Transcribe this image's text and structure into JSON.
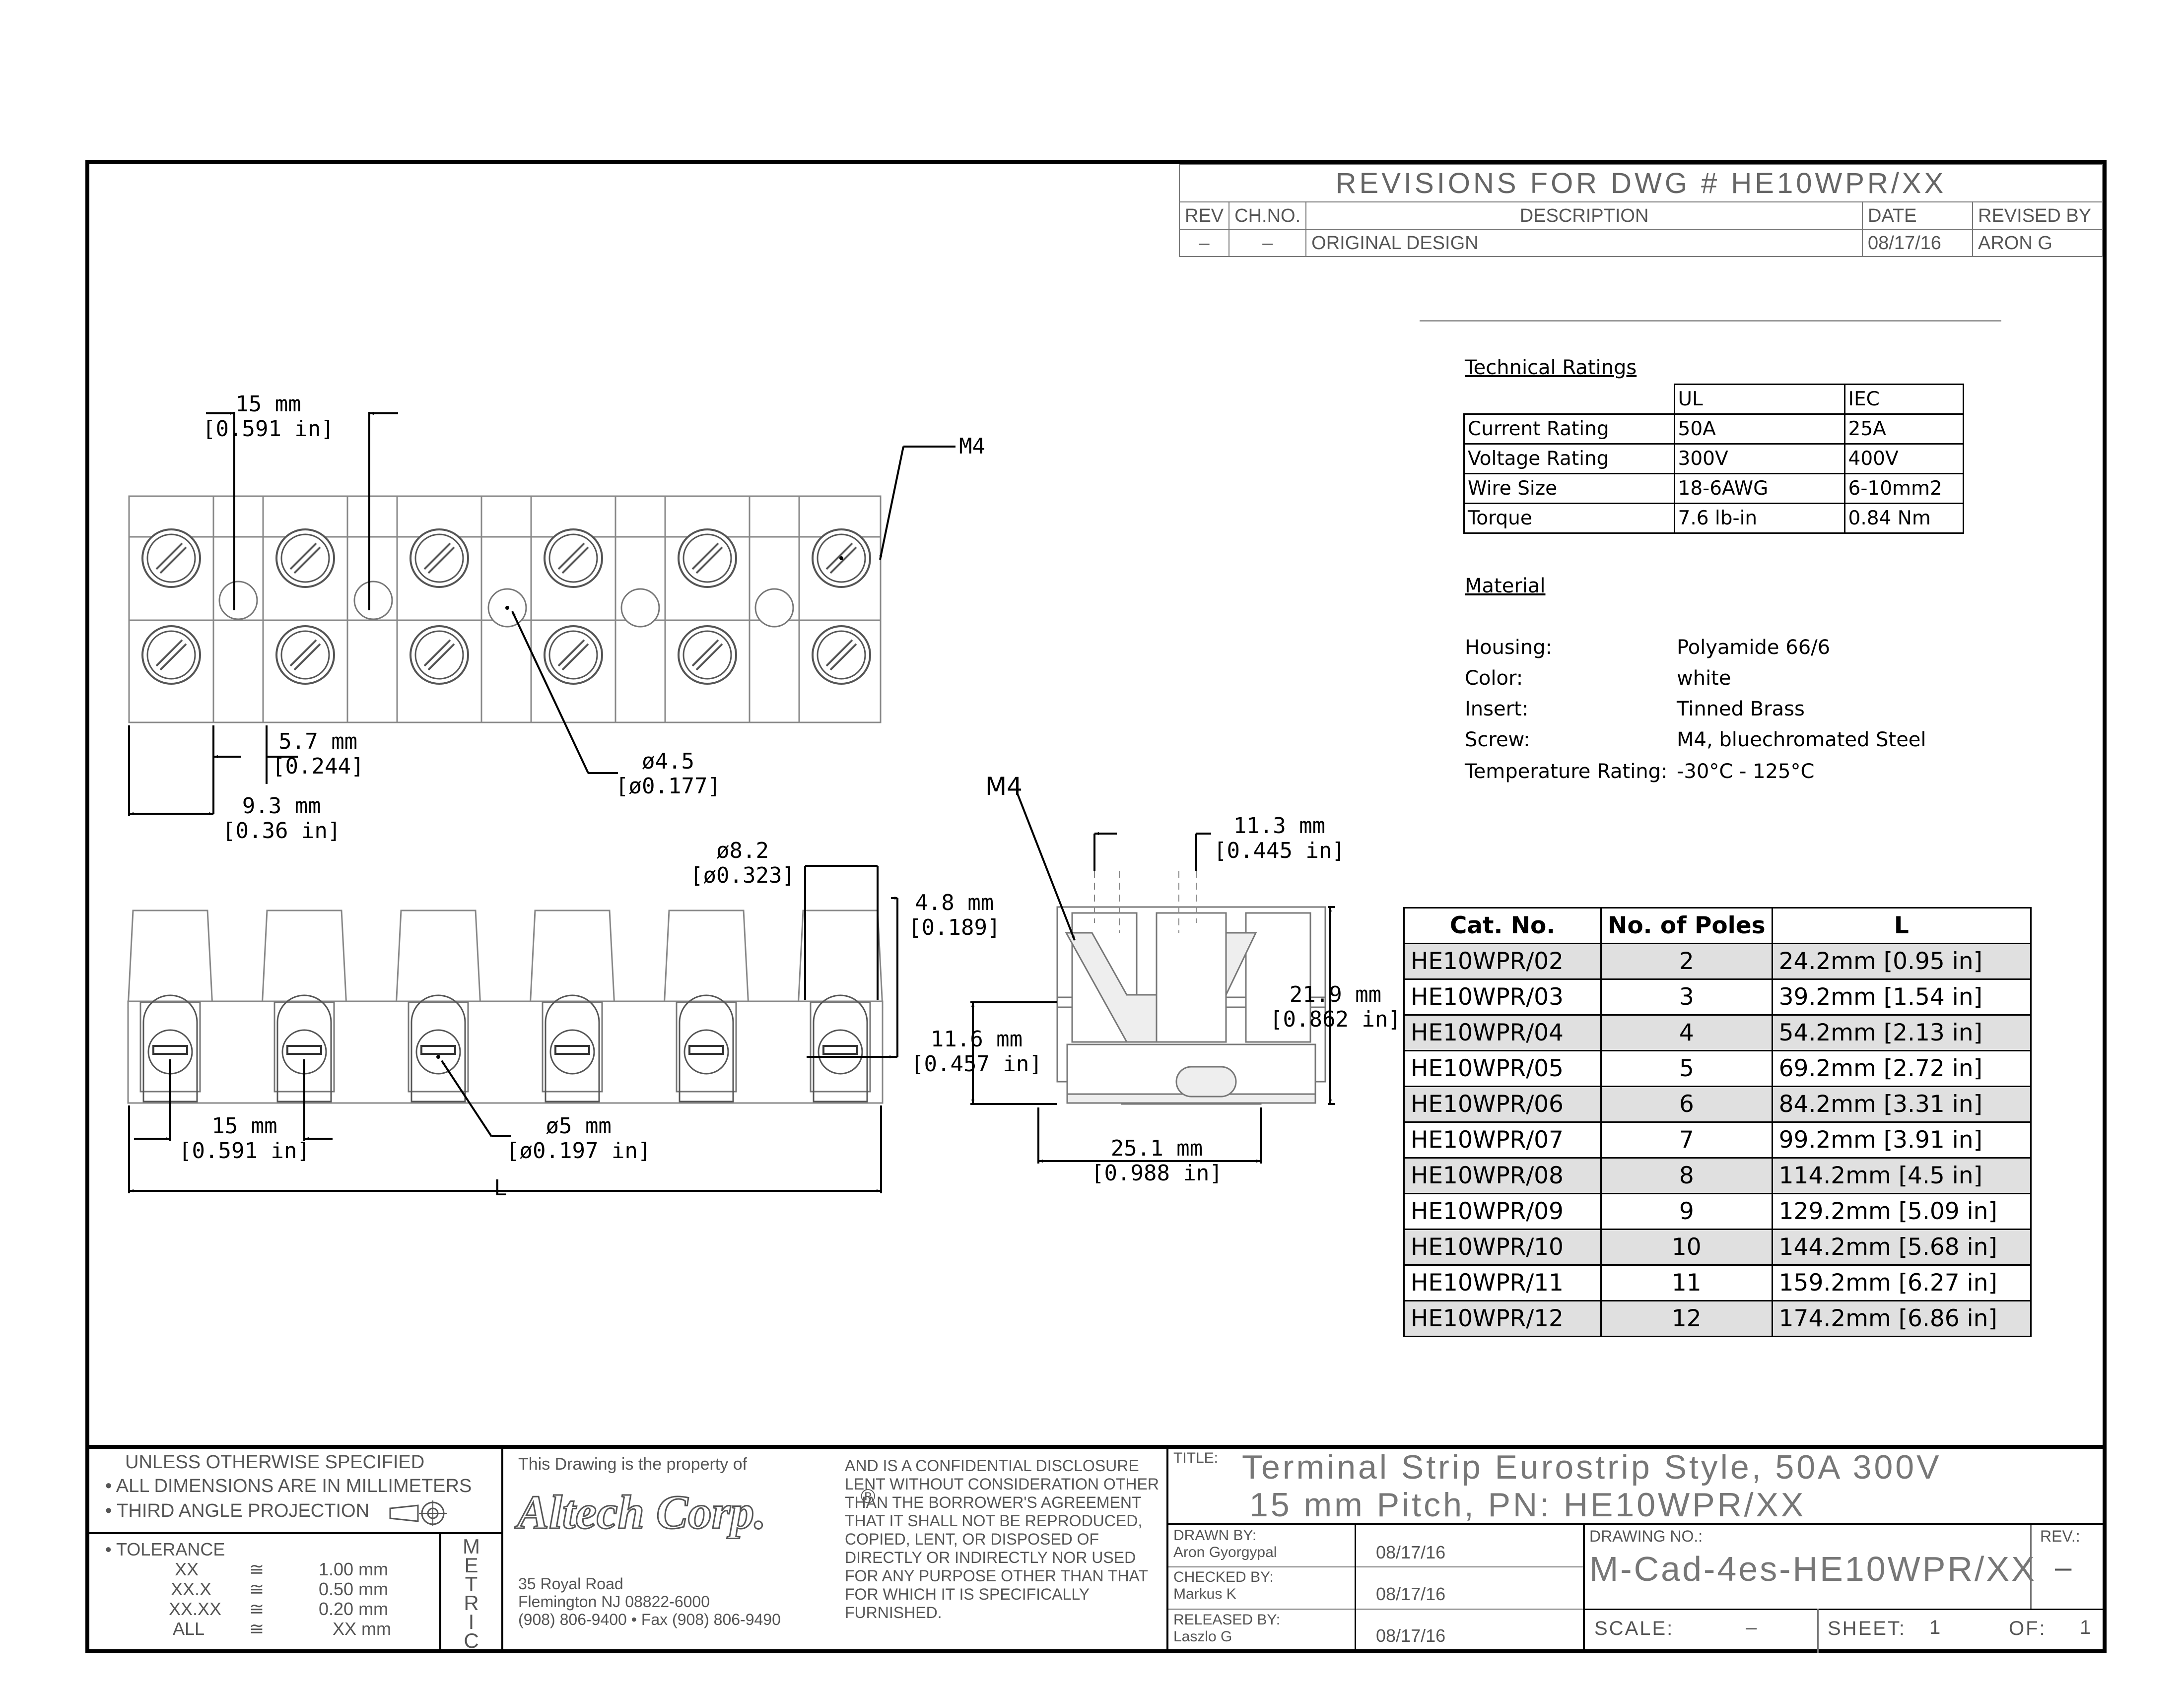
{
  "revisions": {
    "title": "REVISIONS FOR DWG # HE10WPR/XX",
    "headers": [
      "REV",
      "CH.NO.",
      "DESCRIPTION",
      "DATE",
      "REVISED BY"
    ],
    "row": [
      "–",
      "–",
      "ORIGINAL DESIGN",
      "08/17/16",
      "ARON G"
    ]
  },
  "technical": {
    "heading": "Technical Ratings",
    "columns": [
      "",
      "UL",
      "IEC"
    ],
    "rows": [
      [
        "Current Rating",
        "50A",
        "25A"
      ],
      [
        "Voltage Rating",
        "300V",
        "400V"
      ],
      [
        "Wire Size",
        "18-6AWG",
        "6-10mm2"
      ],
      [
        "Torque",
        "7.6 lb-in",
        "0.84 Nm"
      ]
    ]
  },
  "material": {
    "heading": "Material",
    "rows": [
      [
        "Housing:",
        "Polyamide 66/6"
      ],
      [
        "Color:",
        "white"
      ],
      [
        "Insert:",
        "Tinned Brass"
      ],
      [
        "Screw:",
        "M4, bluechromated Steel"
      ],
      [
        "Temperature Rating:",
        "-30°C - 125°C"
      ]
    ]
  },
  "catalog": {
    "headers": [
      "Cat. No.",
      "No. of Poles",
      "L"
    ],
    "rows": [
      [
        "HE10WPR/02",
        "2",
        "24.2mm [0.95 in]"
      ],
      [
        "HE10WPR/03",
        "3",
        "39.2mm [1.54 in]"
      ],
      [
        "HE10WPR/04",
        "4",
        "54.2mm [2.13 in]"
      ],
      [
        "HE10WPR/05",
        "5",
        "69.2mm [2.72 in]"
      ],
      [
        "HE10WPR/06",
        "6",
        "84.2mm [3.31 in]"
      ],
      [
        "HE10WPR/07",
        "7",
        "99.2mm [3.91 in]"
      ],
      [
        "HE10WPR/08",
        "8",
        "114.2mm [4.5 in]"
      ],
      [
        "HE10WPR/09",
        "9",
        "129.2mm [5.09 in]"
      ],
      [
        "HE10WPR/10",
        "10",
        "144.2mm [5.68 in]"
      ],
      [
        "HE10WPR/11",
        "11",
        "159.2mm [6.27 in]"
      ],
      [
        "HE10WPR/12",
        "12",
        "174.2mm [6.86 in]"
      ]
    ]
  },
  "dims": {
    "pitch_top": "15 mm\n[0.591 in]",
    "m4_top": "M4",
    "w57": "5.7 mm\n[0.244]",
    "w93": "9.3 mm\n[0.36 in]",
    "d45": "ø4.5\n[ø0.177]",
    "d82": "ø8.2\n[ø0.323]",
    "h48": "4.8 mm\n[0.189]",
    "pitch_bottom": "15 mm\n[0.591 in]",
    "d5": "ø5 mm\n[ø0.197 in]",
    "L": "L",
    "m4_side": "M4",
    "w113": "11.3 mm\n[0.445 in]",
    "h116": "11.6 mm\n[0.457 in]",
    "h219": "21.9 mm\n[0.862 in]",
    "w251": "25.1 mm\n[0.988 in]"
  },
  "titleblock": {
    "unless": "UNLESS OTHERWISE SPECIFIED",
    "all_dims": "• ALL DIMENSIONS ARE IN MILLIMETERS",
    "third_angle": "• THIRD ANGLE PROJECTION",
    "tolerance": "• TOLERANCE",
    "tol_rows": [
      [
        "XX",
        "≅",
        "1.00 mm"
      ],
      [
        "XX.X",
        "≅",
        "0.50 mm"
      ],
      [
        "XX.XX",
        "≅",
        "0.20 mm"
      ],
      [
        "ALL",
        "≅",
        "XX mm"
      ]
    ],
    "metric": [
      "M",
      "E",
      "T",
      "R",
      "I",
      "C"
    ],
    "property": "This Drawing is the property of",
    "logo": "Altech Corp.",
    "reg": "®",
    "address1": "35 Royal Road",
    "address2": "Flemington NJ 08822-6000",
    "address3": "(908) 806-9400 • Fax (908) 806-9490",
    "confidential": [
      "AND IS A CONFIDENTIAL DISCLOSURE",
      "LENT WITHOUT CONSIDERATION OTHER",
      "THAN THE BORROWER'S AGREEMENT",
      "THAT IT SHALL NOT BE REPRODUCED,",
      "COPIED, LENT, OR DISPOSED OF",
      "DIRECTLY OR INDIRECTLY NOR USED",
      "FOR ANY PURPOSE OTHER THAN THAT",
      "FOR WHICH IT IS SPECIFICALLY",
      "FURNISHED."
    ],
    "title_label": "TITLE:",
    "title1": "Terminal Strip Eurostrip Style, 50A 300V",
    "title2": "15 mm Pitch, PN: HE10WPR/XX",
    "drawn_label": "DRAWN BY:",
    "drawn_name": "Aron Gyorgypal",
    "drawn_date": "08/17/16",
    "checked_label": "CHECKED BY:",
    "checked_name": "Markus K",
    "checked_date": "08/17/16",
    "released_label": "RELEASED BY:",
    "released_name": "Laszlo G",
    "released_date": "08/17/16",
    "drawing_no_label": "DRAWING NO.:",
    "drawing_no": "M-Cad-4es-HE10WPR/XX",
    "rev_label": "REV.:",
    "rev_value": "–",
    "scale_label": "SCALE:",
    "scale_value": "–",
    "sheet_label": "SHEET:",
    "sheet_value": "1",
    "of_label": "OF:",
    "of_value": "1"
  }
}
